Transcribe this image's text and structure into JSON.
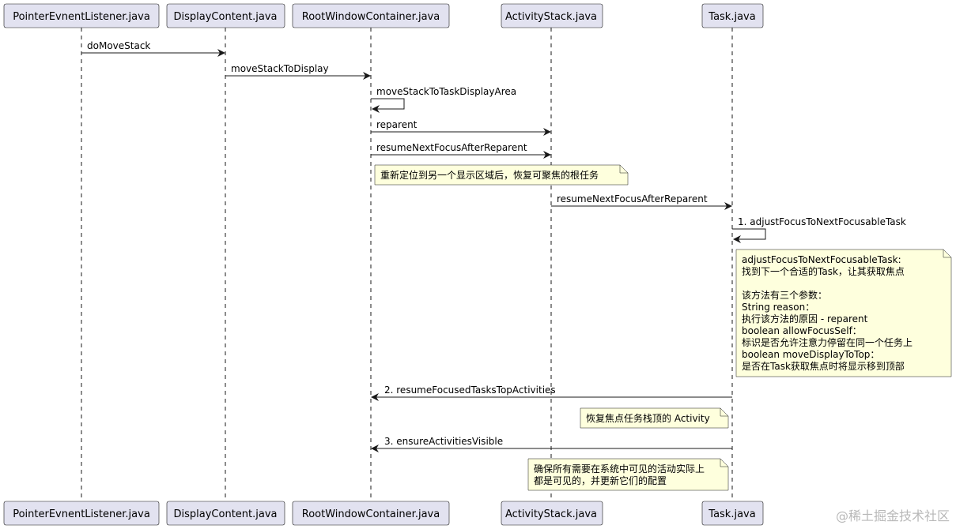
{
  "participants": [
    {
      "id": "pel",
      "label": "PointerEvnentListener.java"
    },
    {
      "id": "dc",
      "label": "DisplayContent.java"
    },
    {
      "id": "rwc",
      "label": "RootWindowContainer.java"
    },
    {
      "id": "as",
      "label": "ActivityStack.java"
    },
    {
      "id": "task",
      "label": "Task.java"
    }
  ],
  "messages": [
    {
      "from": "pel",
      "to": "dc",
      "label": "doMoveStack"
    },
    {
      "from": "dc",
      "to": "rwc",
      "label": "moveStackToDisplay"
    },
    {
      "from": "rwc",
      "to": "rwc",
      "label": "moveStackToTaskDisplayArea"
    },
    {
      "from": "rwc",
      "to": "as",
      "label": "reparent"
    },
    {
      "from": "rwc",
      "to": "as",
      "label": "resumeNextFocusAfterReparent"
    },
    {
      "from": "as",
      "to": "task",
      "label": "resumeNextFocusAfterReparent"
    },
    {
      "from": "task",
      "to": "task",
      "label": "1. adjustFocusToNextFocusableTask"
    },
    {
      "from": "task",
      "to": "rwc",
      "label": "2. resumeFocusedTasksTopActivities"
    },
    {
      "from": "task",
      "to": "rwc",
      "label": "3. ensureActivitiesVisible"
    }
  ],
  "notes": [
    {
      "lines": [
        "重新定位到另一个显示区域后，恢复可聚焦的根任务"
      ]
    },
    {
      "lines": [
        "adjustFocusToNextFocusableTask:",
        "  找到下一个合适的Task，让其获取焦点",
        "",
        "该方法有三个参数：",
        "  String reason：",
        "    执行该方法的原因 - reparent",
        "  boolean allowFocusSelf：",
        "    标识是否允许注意力停留在同一个任务上",
        "  boolean moveDisplayToTop：",
        "    是否在Task获取焦点时将显示移到顶部"
      ]
    },
    {
      "lines": [
        "恢复焦点任务栈顶的 Activity"
      ]
    },
    {
      "lines": [
        "确保所有需要在系统中可见的活动实际上",
        "都是可见的，并更新它们的配置"
      ]
    }
  ],
  "watermark": "@稀土掘金技术社区",
  "colors": {
    "participant_fill": "#E2E2F0",
    "participant_border": "#181818",
    "note_fill": "#FEFFDD",
    "note_border": "#181818",
    "line": "#181818"
  }
}
